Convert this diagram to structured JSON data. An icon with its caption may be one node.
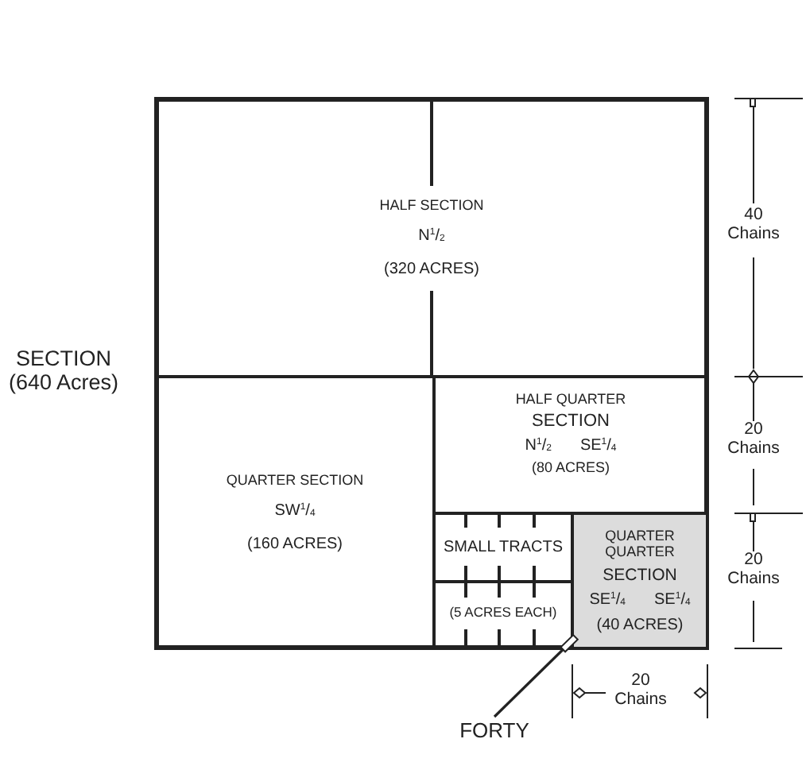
{
  "diagram": {
    "nodes": [
      {
        "text": [],
        "shape": "box",
        "beside": [
          "SECTION (640 Acres)"
        ]
      },
      {
        "text": [
          "HALF SECTION",
          "N$^{1}$/$_{2}$",
          "(320 ACRES)"
        ],
        "in": 0
      },
      {
        "text": [
          "QUARTER SECTION",
          "SW$^{1}$/$_{4}$",
          "(160 ACRES)"
        ],
        "in": 0
      },
      {
        "text": [
          "HALF QUARTER",
          "SECTION",
          "N$^{1}$/$_{2}$",
          "SE$^{1}$/$_{4}$",
          "(80 ACRES)"
        ],
        "in": 0
      },
      {
        "text": [
          "SMALL TRACTS",
          "(5 ACRES EACH)"
        ],
        "in": 0
      },
      {
        "text": [
          "QUARTER QUARTER",
          "SECTION",
          "SE$^{1}$/$_{4}$",
          "SE$^{1}$/$_{4}$",
          "(40 ACRES)"
        ],
        "in": 0
      },
      {
        "text": [
          "FORTY"
        ]
      }
    ],
    "edges": [
      {
        "from": 6,
        "to": 5,
        "arrow": "other"
      }
    ],
    "labels": [
      "40 Chains",
      "20 Chains",
      "20 Chains",
      "20 Chains"
    ]
  }
}
